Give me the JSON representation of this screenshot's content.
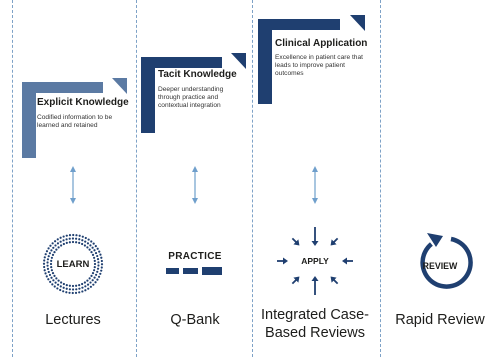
{
  "colors": {
    "navy": "#1f3f70",
    "steel": "#5b7aa3",
    "arrow": "#6f9fcc",
    "divider": "#7ea2c7",
    "dots": "#1f3f70"
  },
  "stages": [
    {
      "title": "Explicit Knowledge",
      "description": "Codified information to be learned and retained",
      "icon_text": "LEARN",
      "icon": "dotted-circle-icon",
      "label": "Lectures"
    },
    {
      "title": "Tacit Knowledge",
      "description": "Deeper understanding through practice and contextual integration",
      "icon_text": "PRACTICE",
      "icon": "progress-bars-icon",
      "label": "Q-Bank"
    },
    {
      "title": "Clinical Application",
      "description": "Excellence in patient care that leads to improve patient outcomes",
      "icon_text": "APPLY",
      "icon": "converging-arrows-icon",
      "label": "Integrated Case-Based Reviews"
    },
    {
      "icon_text": "REVIEW",
      "icon": "circular-refresh-icon",
      "label": "Rapid Review"
    }
  ]
}
